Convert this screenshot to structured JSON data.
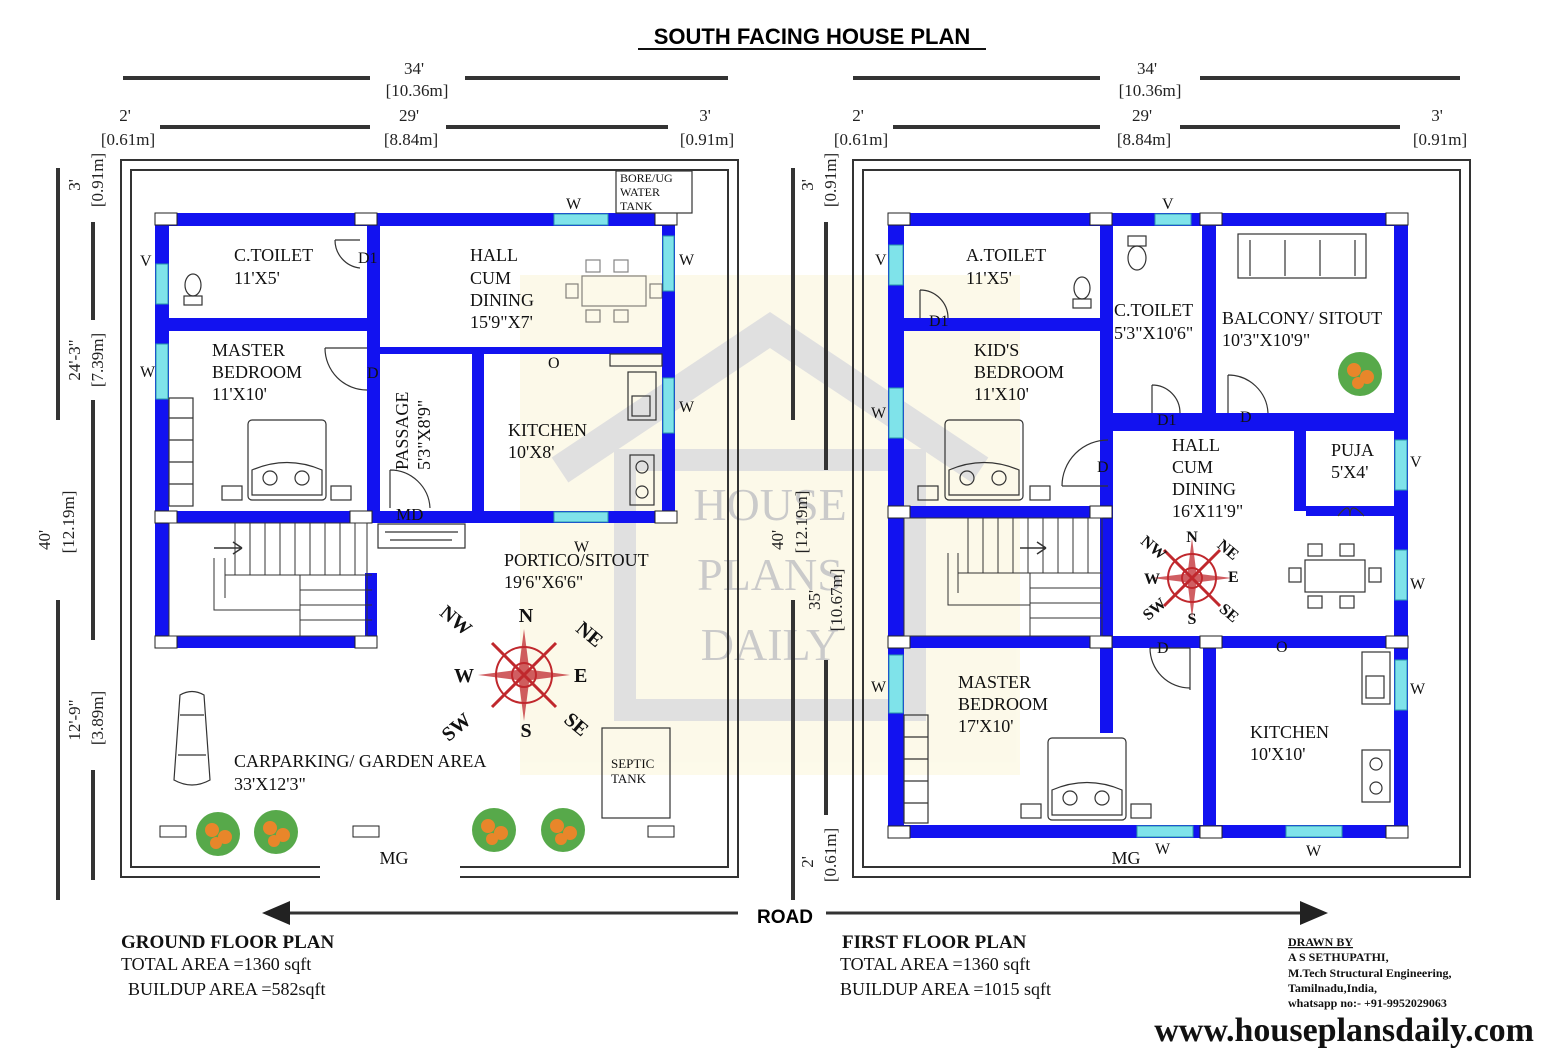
{
  "title": "SOUTH FACING HOUSE PLAN",
  "watermark": [
    "HOUSE",
    "PLANS",
    "DAILY"
  ],
  "road_label": "ROAD",
  "ground": {
    "dims_top": {
      "total": "34'",
      "total_m": "[10.36m]",
      "left": "2'",
      "left_m": "[0.61m]",
      "mid": "29'",
      "mid_m": "[8.84m]",
      "right": "3'",
      "right_m": "[0.91m]"
    },
    "dims_left": {
      "top": "3'",
      "top_m": "[0.91m]",
      "mid": "24'-3\"",
      "mid_m": "[7.39m]",
      "bot": "12'-9\"",
      "bot_m": "[3.89m]",
      "total": "40'",
      "total_m": "[12.19m]"
    },
    "rooms": {
      "ctoilet": {
        "name": "C.TOILET",
        "size": "11'X5'"
      },
      "hall": {
        "l1": "HALL",
        "l2": "CUM",
        "l3": "DINING",
        "size": "15'9\"X7'"
      },
      "master": {
        "l1": "MASTER",
        "l2": "BEDROOM",
        "size": "11'X10'"
      },
      "passage": {
        "name": "PASSAGE",
        "size": "5'3\"X8'9\""
      },
      "kitchen": {
        "name": "KITCHEN",
        "size": "10'X8'"
      },
      "portico": {
        "name": "PORTICO/SITOUT",
        "size": "19'6\"X6'6\""
      },
      "parking": {
        "name": "CARPARKING/ GARDEN AREA",
        "size": "33'X12'3\""
      },
      "bore": {
        "l1": "BORE/UG",
        "l2": "WATER",
        "l3": "TANK"
      },
      "septic": {
        "l1": "SEPTIC",
        "l2": "TANK"
      }
    },
    "marks": {
      "d1": "D1",
      "d": "D",
      "md": "MD",
      "o": "O",
      "mg": "MG",
      "w": "W",
      "v": "V"
    },
    "compass": {
      "n": "N",
      "ne": "NE",
      "e": "E",
      "se": "SE",
      "s": "S",
      "sw": "SW",
      "w": "W",
      "nw": "NW"
    },
    "caption": {
      "title": "GROUND FLOOR PLAN",
      "total": "TOTAL AREA =1360 sqft",
      "buildup": "BUILDUP AREA =582sqft"
    }
  },
  "first": {
    "dims_top": {
      "total": "34'",
      "total_m": "[10.36m]",
      "left": "2'",
      "left_m": "[0.61m]",
      "mid": "29'",
      "mid_m": "[8.84m]",
      "right": "3'",
      "right_m": "[0.91m]"
    },
    "dims_left": {
      "top": "3'",
      "top_m": "[0.91m]",
      "mid": "35'",
      "mid_m": "[10.67m]",
      "bot": "2'",
      "bot_m": "[0.61m]",
      "total": "40'",
      "total_m": "[12.19m]"
    },
    "rooms": {
      "atoilet": {
        "name": "A.TOILET",
        "size": "11'X5'"
      },
      "ctoilet": {
        "name": "C.TOILET",
        "size": "5'3\"X10'6\""
      },
      "balcony": {
        "name": "BALCONY/ SITOUT",
        "size": "10'3\"X10'9\""
      },
      "kids": {
        "l1": "KID'S",
        "l2": "BEDROOM",
        "size": "11'X10'"
      },
      "hall": {
        "l1": "HALL",
        "l2": "CUM",
        "l3": "DINING",
        "size": "16'X11'9\""
      },
      "puja": {
        "name": "PUJA",
        "size": "5'X4'"
      },
      "master": {
        "l1": "MASTER",
        "l2": "BEDROOM",
        "size": "17'X10'"
      },
      "kitchen": {
        "name": "KITCHEN",
        "size": "10'X10'"
      }
    },
    "marks": {
      "d1": "D1",
      "d": "D",
      "o": "O",
      "mg": "MG",
      "w": "W",
      "v": "V"
    },
    "compass": {
      "n": "N",
      "ne": "NE",
      "e": "E",
      "se": "SE",
      "s": "S",
      "sw": "SW",
      "w": "W",
      "nw": "NW"
    },
    "caption": {
      "title": "FIRST FLOOR PLAN",
      "total": "TOTAL AREA =1360 sqft",
      "buildup": "BUILDUP AREA =1015 sqft"
    }
  },
  "credits": {
    "drawn_by": "DRAWN BY",
    "name": "A S SETHUPATHI,",
    "qual": "M.Tech Structural Engineering,",
    "place": "Tamilnadu,India,",
    "phone": "whatsapp no:- +91-9952029063",
    "website": "www.houseplansdaily.com"
  },
  "colors": {
    "wall": "#1212f0",
    "window": "#7fe3ea",
    "compass": "#c0282d",
    "plant": "#3a9a2a",
    "flower": "#e8862a"
  }
}
